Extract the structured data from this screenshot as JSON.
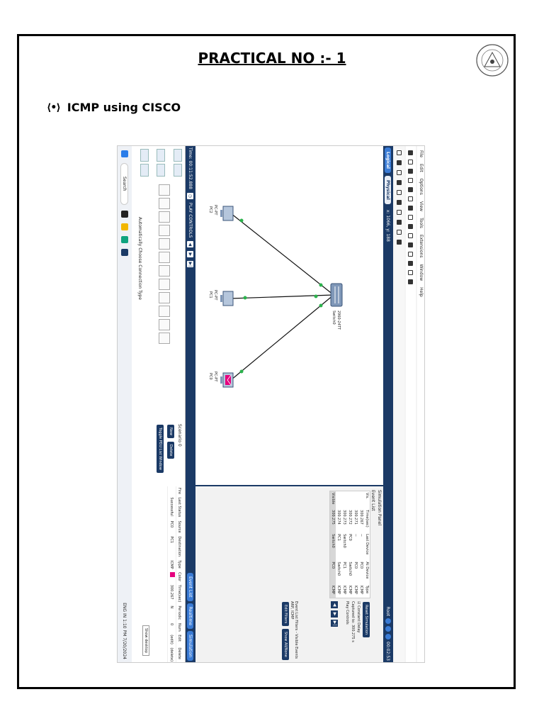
{
  "page": {
    "title": "PRACTICAL NO :- 1",
    "heading_bullet": "⟨•⟩",
    "heading": "ICMP using CISCO"
  },
  "app": {
    "menu": [
      "File",
      "Edit",
      "Options",
      "View",
      "Tools",
      "Extensions",
      "Window",
      "Help"
    ],
    "tabs": {
      "logical": "Logical",
      "physical": "Physical"
    },
    "coords": "x: 1066, y: 188",
    "root": "Root",
    "clock_small": "00:02:53",
    "devices": [
      {
        "model": "PC-PT",
        "name": "PC0"
      },
      {
        "model": "PC-PT",
        "name": "PC1"
      },
      {
        "model": "PC-PT",
        "name": "PC2"
      },
      {
        "model": "2960-24TT",
        "name": "Switch0"
      }
    ],
    "sim": {
      "panel_title": "Simulation Panel",
      "event_list_label": "Event List",
      "columns": [
        "Vis.",
        "Time(sec)",
        "Last Device",
        "At Device",
        "Type"
      ],
      "events": [
        {
          "vis": "",
          "time": "300.267",
          "last": "--",
          "at": "PC0",
          "type": "ICMP"
        },
        {
          "vis": "",
          "time": "300.271",
          "last": "--",
          "at": "PC0",
          "type": "ICMP"
        },
        {
          "vis": "",
          "time": "300.272",
          "last": "PC0",
          "at": "Switch0",
          "type": "ICMP"
        },
        {
          "vis": "",
          "time": "300.273",
          "last": "Switch0",
          "at": "PC1",
          "type": "ICMP"
        },
        {
          "vis": "",
          "time": "300.274",
          "last": "PC1",
          "at": "Switch0",
          "type": "ICMP"
        },
        {
          "vis": "Visible",
          "time": "300.275",
          "last": "Switch0",
          "at": "PC0",
          "type": "ICMP"
        }
      ],
      "reset": "Reset Simulation",
      "constant_delay": "Constant Delay",
      "captured_label": "Captured to:",
      "captured_value": "300.275 s",
      "play_controls": "Play Controls",
      "filters_title": "Event List Filters - Visible Events",
      "filters_value": "ARP, ICMP",
      "edit_filters": "Edit Filters",
      "show_all": "Show All/None"
    },
    "bottom": {
      "time": "Time: 00:11:52.888",
      "play_controls": "PLAY CONTROLS",
      "event_list": "Event List",
      "realtime": "Realtime",
      "simulation": "Simulation",
      "connection_type": "Automatically Choose Connection Type",
      "scenario": "Scenario 0",
      "new": "New",
      "delete": "Delete",
      "toggle": "Toggle PDU List Window",
      "pdu_columns": [
        "Fire",
        "Last Status",
        "Source",
        "Destination",
        "Type",
        "Color",
        "Time(sec)",
        "Periodic",
        "Num",
        "Edit",
        "Delete"
      ],
      "pdu_rows": [
        {
          "fire": "",
          "status": "Successful",
          "source": "PC0",
          "dest": "PC1",
          "type": "ICMP",
          "time": "300.267",
          "periodic": "N",
          "num": "0",
          "edit": "(edit)",
          "delete": "(delete)"
        }
      ]
    },
    "taskbar": {
      "search": "Search",
      "lang": "ENG IN",
      "time": "1:10 PM",
      "date": "7/20/2024",
      "show_desktop": "Show desktop"
    },
    "colors": {
      "navy": "#1b3a66",
      "accent": "#3a7bd5",
      "pdu_magenta": "#e5007e"
    }
  }
}
